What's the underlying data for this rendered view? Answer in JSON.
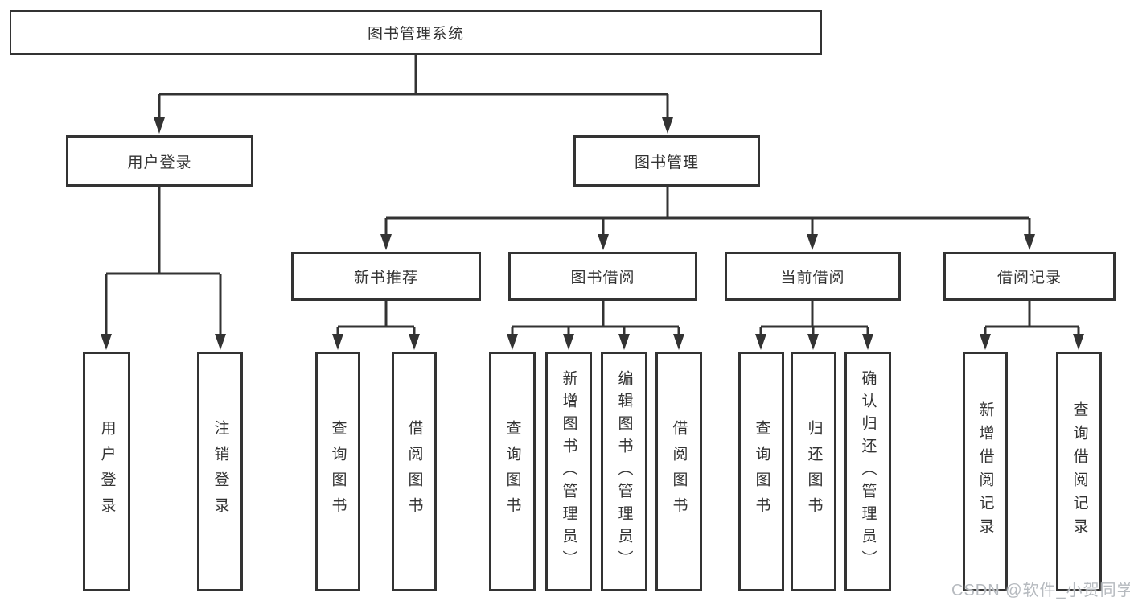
{
  "tree": {
    "label": "图书管理系统",
    "children": [
      {
        "label": "用户登录",
        "children": [
          {
            "label": "用户登录"
          },
          {
            "label": "注销登录"
          }
        ]
      },
      {
        "label": "图书管理",
        "children": [
          {
            "label": "新书推荐",
            "children": [
              {
                "label": "查询图书"
              },
              {
                "label": "借阅图书"
              }
            ]
          },
          {
            "label": "图书借阅",
            "children": [
              {
                "label": "查询图书"
              },
              {
                "label": "新增图书（管理员）"
              },
              {
                "label": "编辑图书（管理员）"
              },
              {
                "label": "借阅图书"
              }
            ]
          },
          {
            "label": "当前借阅",
            "children": [
              {
                "label": "查询图书"
              },
              {
                "label": "归还图书"
              },
              {
                "label": "确认归还（管理员）"
              }
            ]
          },
          {
            "label": "借阅记录",
            "children": [
              {
                "label": "新增借阅记录"
              },
              {
                "label": "查询借阅记录"
              }
            ]
          }
        ]
      }
    ]
  },
  "watermark": {
    "text": "CSDN @软件_小贺同学"
  },
  "colors": {
    "line": "#333333",
    "box_border": "#333333",
    "box_background": "#ffffff",
    "text": "#333333",
    "watermark": "#b6babf",
    "background": "#ffffff"
  }
}
